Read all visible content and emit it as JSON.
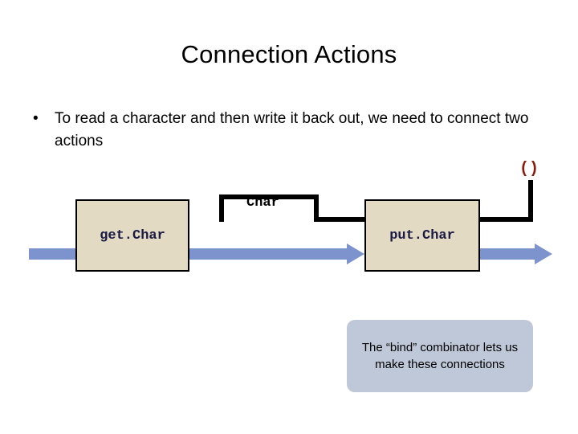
{
  "slide": {
    "title": "Connection Actions",
    "bullet": {
      "marker": "•",
      "text": "To read a character and then write it back out, we need to connect two actions"
    },
    "diagram": {
      "left_box_label": "get.Char",
      "right_box_label": "put.Char",
      "edge_label": "Char",
      "unit_label": "()",
      "arrows": [
        {
          "name": "input-arrow"
        },
        {
          "name": "middle-arrow"
        },
        {
          "name": "output-arrow"
        }
      ]
    },
    "callout": {
      "text": "The “bind” combinator lets us make these connections"
    },
    "colors": {
      "box_fill": "#E3DAC4",
      "box_border": "#000000",
      "arrow_fill": "#7C93CE",
      "callout_fill": "#BFC8D8",
      "unit_text": "#8B1A0B"
    }
  }
}
